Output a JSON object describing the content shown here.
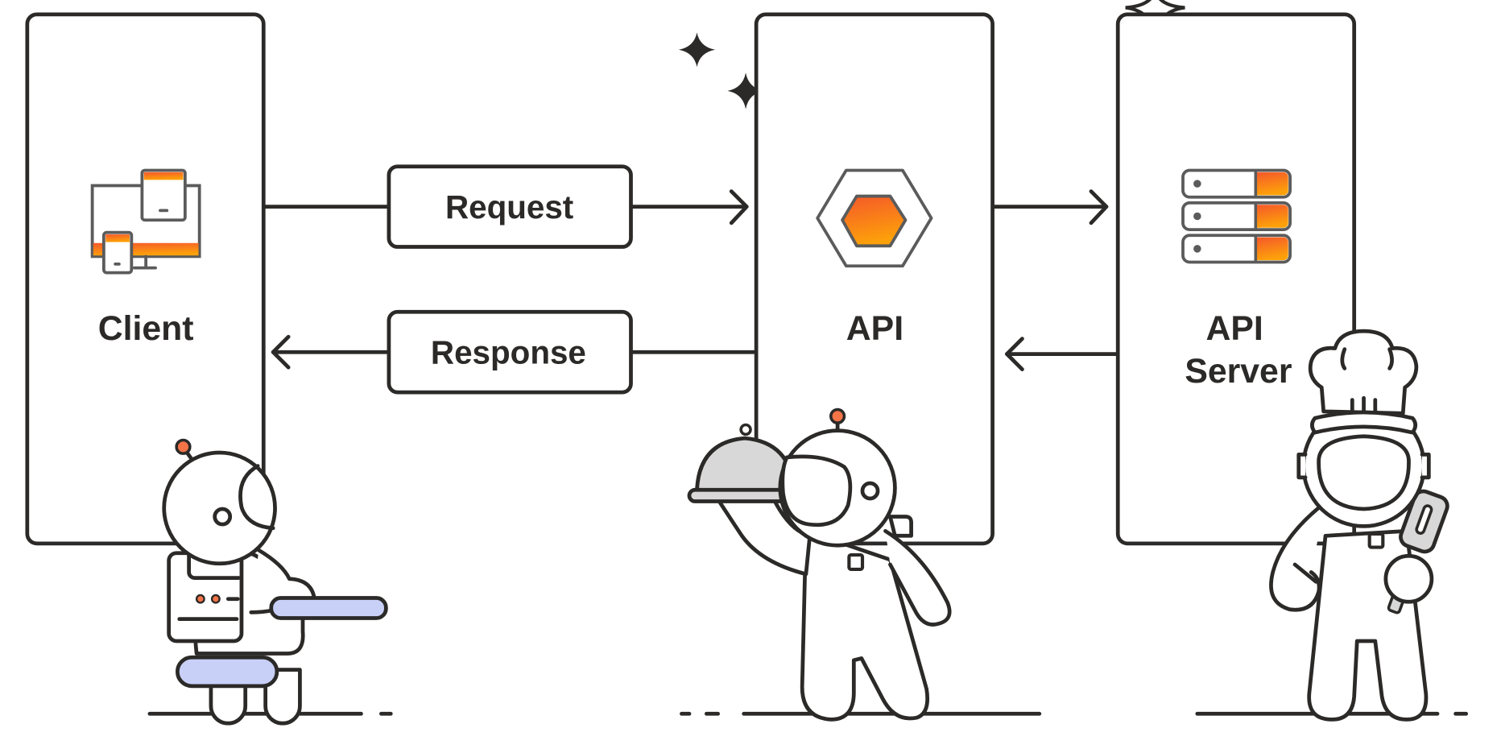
{
  "diagram": {
    "title": "API request / response flow",
    "nodes": [
      {
        "id": "client",
        "label": "Client",
        "icon": "devices-icon"
      },
      {
        "id": "api",
        "label": "API",
        "icon": "hexagon-icon"
      },
      {
        "id": "api_server",
        "label_line1": "API",
        "label_line2": "Server",
        "icon": "server-stack-icon"
      }
    ],
    "edges": [
      {
        "from": "client",
        "to": "api",
        "label": "Request",
        "direction": "right"
      },
      {
        "from": "api",
        "to": "client",
        "label": "Response",
        "direction": "left"
      },
      {
        "from": "api",
        "to": "api_server",
        "label": "",
        "direction": "right"
      },
      {
        "from": "api_server",
        "to": "api",
        "label": "",
        "direction": "left"
      }
    ],
    "characters": [
      {
        "id": "client-robot",
        "role": "robot at desk"
      },
      {
        "id": "waiter-robot",
        "role": "waiter robot with cloche"
      },
      {
        "id": "chef-robot",
        "role": "chef robot with spatula"
      }
    ]
  },
  "colors": {
    "stroke": "#2b2a28",
    "icon_gray": "#5b5b5b",
    "accent_orange_top": "#f5582a",
    "accent_orange_bottom": "#fda10a",
    "antenna_orange": "#f47448",
    "desk_lavender": "#c8d0f8",
    "cloche_gray": "#d8d8d8"
  }
}
